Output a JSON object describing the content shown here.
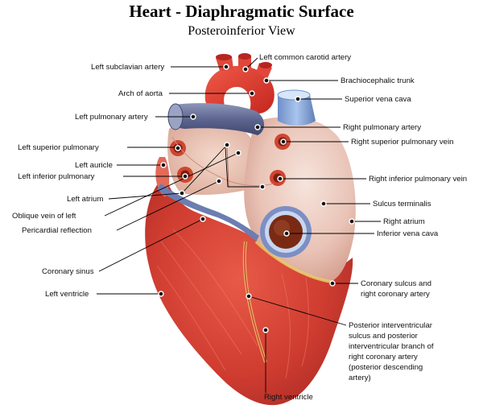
{
  "title": "Heart - Diaphragmatic Surface",
  "subtitle": "Posteroinferior View",
  "labels": {
    "left_subclavian_artery": "Left subclavian artery",
    "left_common_carotid_artery": "Left common carotid artery",
    "brachiocephalic_trunk": "Brachiocephalic trunk",
    "arch_of_aorta": "Arch of aorta",
    "superior_vena_cava": "Superior vena cava",
    "left_pulmonary_artery": "Left pulmonary artery",
    "right_pulmonary_artery": "Right pulmonary artery",
    "right_superior_pulmonary_vein": "Right superior pulmonary vein",
    "left_superior_pulmonary": "Left superior pulmonary",
    "left_auricle": "Left auricle",
    "left_inferior_pulmonary": "Left inferior pulmonary",
    "right_inferior_pulmonary_vein": "Right inferior pulmonary vein",
    "left_atrium": "Left atrium",
    "sulcus_terminalis": "Sulcus terminalis",
    "oblique_vein_of_left": "Oblique vein of left",
    "right_atrium": "Right atrium",
    "pericardial_reflection": "Pericardial reflection",
    "inferior_vena_cava": "Inferior vena cava",
    "coronary_sinus": "Coronary sinus",
    "coronary_sulcus_l1": "Coronary sulcus and",
    "coronary_sulcus_l2": "right coronary artery",
    "left_ventricle": "Left ventricle",
    "posterior_l1": "Posterior interventricular",
    "posterior_l2": "sulcus and posterior",
    "posterior_l3": "interventricular branch of",
    "posterior_l4": "right coronary artery",
    "posterior_l5": "(posterior descending",
    "posterior_l6": "artery)",
    "right_ventricle": "Right ventricle"
  }
}
